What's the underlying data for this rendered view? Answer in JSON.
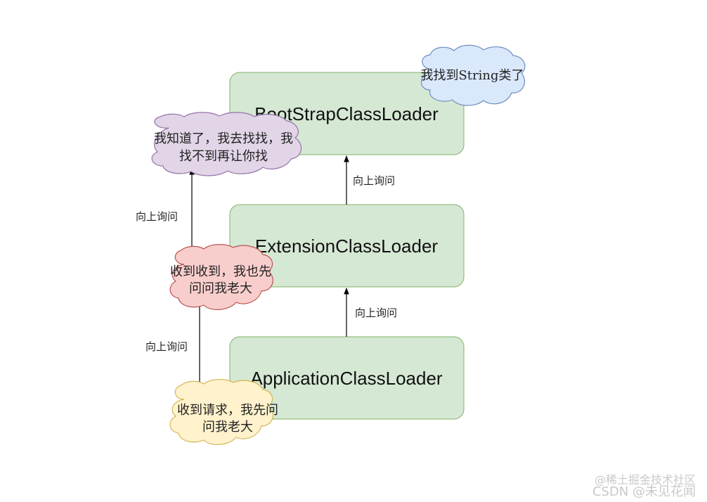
{
  "nodes": {
    "bootstrap": "BootStrapClassLoader",
    "extension": "ExtensionClassLoader",
    "application": "ApplicationClassLoader"
  },
  "edges": {
    "app_to_ext": "向上询问",
    "ext_to_boot": "向上询问",
    "yellow_to_red": "向上询问",
    "red_to_purple": "向上询问"
  },
  "clouds": {
    "blue": [
      "我找到String类了"
    ],
    "purple": [
      "我知道了，我去找找，我",
      "找不到再让你找"
    ],
    "red": [
      "收到收到，我也先",
      "问问我老大"
    ],
    "yellow": [
      "收到请求，我先问",
      "问我老大"
    ]
  },
  "watermark": {
    "line1": "@稀土掘金技术社区",
    "line2": "CSDN @未见花闻"
  },
  "colors": {
    "node_fill": "#d5e8d4",
    "node_stroke": "#82b366",
    "cloud_purple": "#e1d5e7",
    "cloud_red": "#f8cecc",
    "cloud_yellow": "#fff2cc",
    "cloud_blue": "#dae8fc"
  }
}
